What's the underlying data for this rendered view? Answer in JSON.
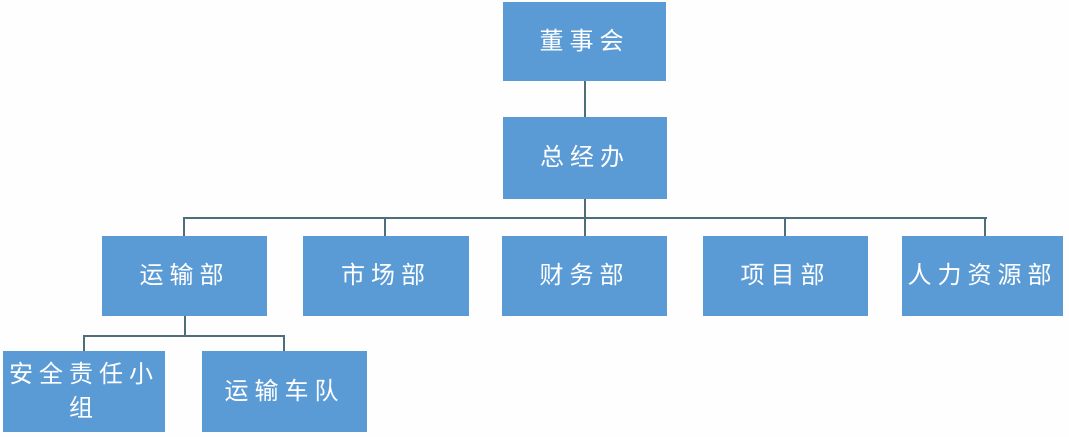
{
  "diagram": {
    "type": "org-chart",
    "nodes": {
      "board": {
        "label": "董事会"
      },
      "gm_office": {
        "label": "总经办"
      },
      "transport": {
        "label": "运输部"
      },
      "market": {
        "label": "市场部"
      },
      "finance": {
        "label": "财务部"
      },
      "project": {
        "label": "项目部"
      },
      "hr": {
        "label": "人力资源部"
      },
      "safety": {
        "label": "安全责任小组"
      },
      "fleet": {
        "label": "运输车队"
      }
    },
    "edges": [
      {
        "from": "董事会",
        "to": "总经办"
      },
      {
        "from": "总经办",
        "to": "运输部"
      },
      {
        "from": "总经办",
        "to": "市场部"
      },
      {
        "from": "总经办",
        "to": "财务部"
      },
      {
        "from": "总经办",
        "to": "项目部"
      },
      {
        "from": "总经办",
        "to": "人力资源部"
      },
      {
        "from": "运输部",
        "to": "安全责任小组"
      },
      {
        "from": "运输部",
        "to": "运输车队"
      }
    ],
    "colors": {
      "node_fill": "#5b9bd5",
      "node_text": "#ffffff",
      "connector": "#4e6e7a",
      "background": "#fefefe"
    }
  }
}
